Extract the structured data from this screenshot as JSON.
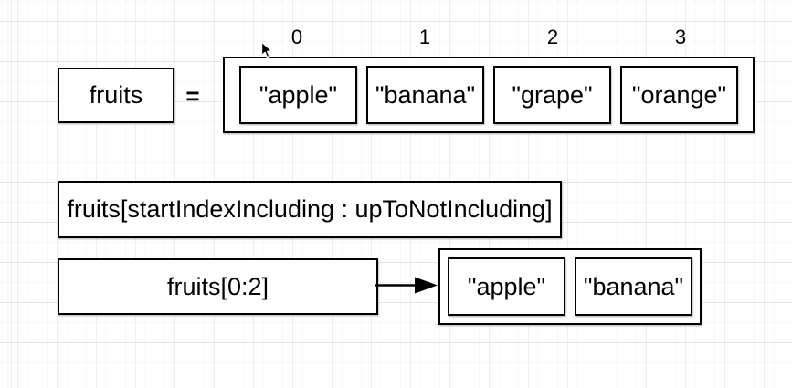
{
  "diagram": {
    "variable": {
      "label": "fruits"
    },
    "equals_sign": "=",
    "array": {
      "indices": [
        "0",
        "1",
        "2",
        "3"
      ],
      "items": [
        "\"apple\"",
        "\"banana\"",
        "\"grape\"",
        "\"orange\""
      ]
    },
    "syntax_box": {
      "label": "fruits[startIndexIncluding : upToNotIncluding]"
    },
    "slice_example": {
      "expression": "fruits[0:2]",
      "result_items": [
        "\"apple\"",
        "\"banana\""
      ]
    }
  }
}
